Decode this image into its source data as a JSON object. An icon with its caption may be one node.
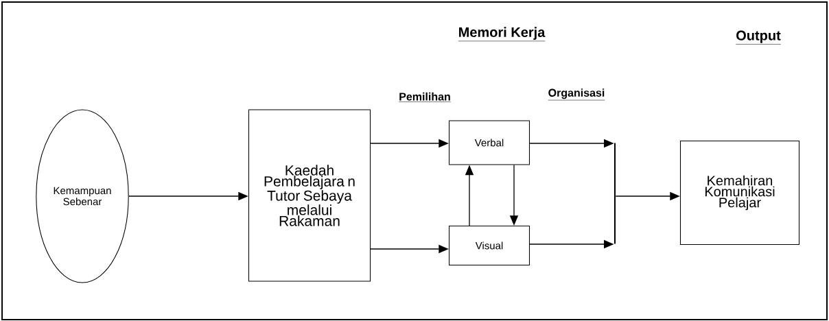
{
  "diagram": {
    "nodes": [
      {
        "text": [
          "Kemampuan Sebenar"
        ]
      },
      {
        "text": [
          "Kaedah Pembelajara n Tutor Sebaya melalui Rakaman"
        ]
      },
      {
        "text": [
          "Verbal"
        ]
      },
      {
        "text": [
          "Visual"
        ]
      },
      {
        "text": [
          "Kemahiran Komunikasi Pelajar"
        ]
      },
      {
        "text": [],
        "shape": "bar"
      }
    ],
    "edges": [
      {
        "from": 0,
        "to": 1,
        "arrow": "to"
      },
      {
        "from": 1,
        "to": 2,
        "arrow": "to"
      },
      {
        "from": 1,
        "to": 3,
        "arrow": "to"
      },
      {
        "from": 3,
        "to": 2,
        "arrow": "to"
      },
      {
        "from": 2,
        "to": 3,
        "arrow": "to"
      },
      {
        "from": 2,
        "to": 5,
        "arrow": "to"
      },
      {
        "from": 3,
        "to": 5,
        "arrow": "to"
      },
      {
        "from": 5,
        "to": 4,
        "arrow": "to"
      }
    ],
    "labels": [
      "Memori Kerja",
      "Output",
      "Pemilihan",
      "Organisasi"
    ]
  }
}
